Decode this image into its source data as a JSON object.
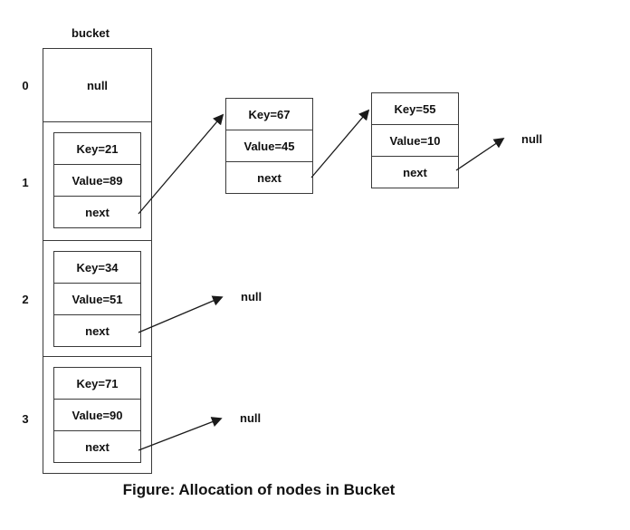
{
  "diagram": {
    "array_title": "bucket",
    "caption": "Figure: Allocation of nodes in Bucket",
    "buckets": [
      {
        "index": "0",
        "content": "null"
      },
      {
        "index": "1",
        "node": {
          "key": "Key=21",
          "value": "Value=89",
          "next": "next"
        }
      },
      {
        "index": "2",
        "node": {
          "key": "Key=34",
          "value": "Value=51",
          "next": "next"
        }
      },
      {
        "index": "3",
        "node": {
          "key": "Key=71",
          "value": "Value=90",
          "next": "next"
        }
      }
    ],
    "chain_nodes": [
      {
        "key": "Key=67",
        "value": "Value=45",
        "next": "next"
      },
      {
        "key": "Key=55",
        "value": "Value=10",
        "next": "next"
      }
    ],
    "null_labels": {
      "chain_end": "null",
      "bucket2": "null",
      "bucket3": "null"
    },
    "colors": {
      "line": "#3a3a3a",
      "arrow": "#1a1a1a",
      "text": "#111111",
      "background": "#ffffff"
    }
  }
}
